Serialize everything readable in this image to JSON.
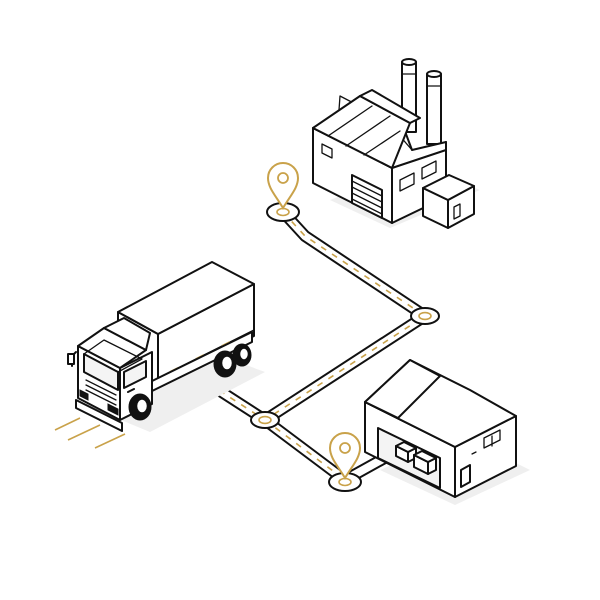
{
  "colors": {
    "line": "#111111",
    "accent_gold": "#c9a24a",
    "fill": "#ffffff",
    "shadow": "#efefef"
  },
  "nodes": [
    {
      "name": "factory",
      "icon": "factory-icon"
    },
    {
      "name": "warehouse",
      "icon": "warehouse-icon"
    },
    {
      "name": "truck",
      "icon": "truck-icon"
    }
  ],
  "markers": [
    {
      "name": "factory-location",
      "icon": "location-pin-icon"
    },
    {
      "name": "warehouse-location",
      "icon": "location-pin-icon"
    }
  ]
}
